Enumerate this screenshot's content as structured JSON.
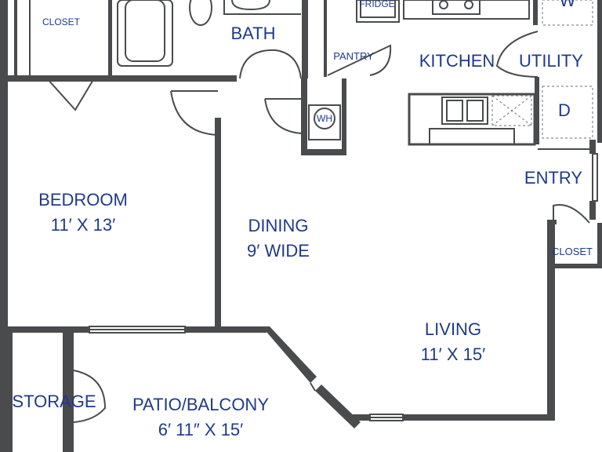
{
  "rooms": {
    "closet_top": "CLOSET",
    "bath": "BATH",
    "fridge": "FRIDGE",
    "pantry": "PANTRY",
    "kitchen": "KITCHEN",
    "utility": "UTILITY",
    "washer": "W",
    "dryer": "D",
    "water_heater": "WH",
    "entry": "ENTRY",
    "closet_entry": "CLOSET",
    "bedroom": "BEDROOM",
    "bedroom_size": "11′ X 13′",
    "dining": "DINING",
    "dining_size": "9′ WIDE",
    "living": "LIVING",
    "living_size": "11′ X 15′",
    "storage": "STORAGE",
    "patio": "PATIO/BALCONY",
    "patio_size": "6′ 11″ X 15′"
  },
  "colors": {
    "wall": "#4a4b4d",
    "label": "#1f3a8a"
  }
}
